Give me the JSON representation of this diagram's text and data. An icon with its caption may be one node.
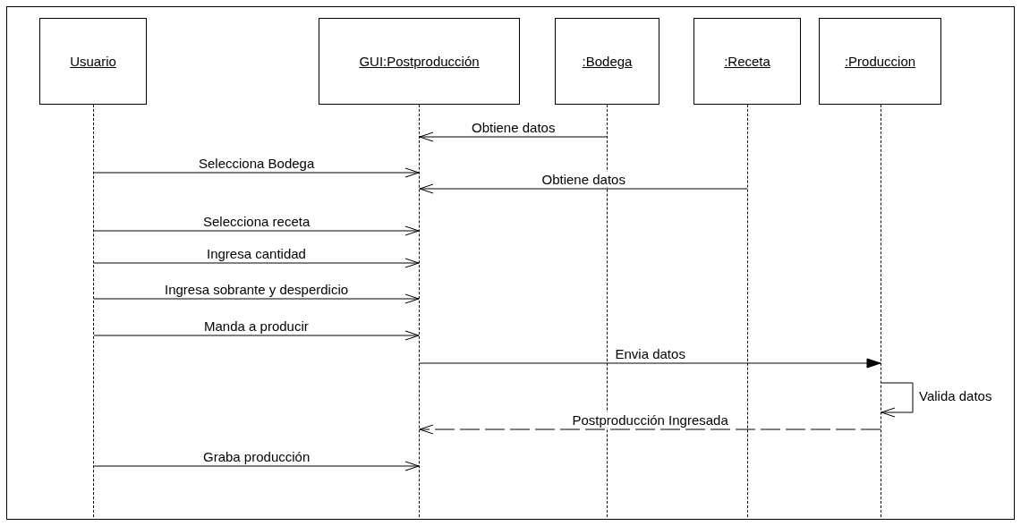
{
  "diagram": {
    "nodes": [
      {
        "text": [
          "Usuario"
        ]
      },
      {
        "text": [
          "GUI:Postproducción"
        ]
      },
      {
        "text": [
          ":Bodega"
        ]
      },
      {
        "text": [
          ":Receta"
        ]
      },
      {
        "text": [
          ":Produccion"
        ]
      },
      {
        "text": [],
        "shape": "bar"
      },
      {
        "text": [],
        "shape": "bar"
      },
      {
        "text": [],
        "shape": "bar"
      },
      {
        "text": [],
        "shape": "bar"
      },
      {
        "text": [],
        "shape": "bar"
      }
    ],
    "edges": [
      {
        "from": 7,
        "to": 6,
        "arrow": "to",
        "label": "Obtiene datos"
      },
      {
        "from": 5,
        "to": 6,
        "arrow": "to",
        "label": "Selecciona Bodega"
      },
      {
        "from": 8,
        "to": 6,
        "arrow": "to",
        "label": "Obtiene datos"
      },
      {
        "from": 5,
        "to": 6,
        "arrow": "to",
        "label": "Selecciona receta"
      },
      {
        "from": 5,
        "to": 6,
        "arrow": "to",
        "label": "Ingresa cantidad"
      },
      {
        "from": 5,
        "to": 6,
        "arrow": "to",
        "label": "Ingresa sobrante y desperdicio"
      },
      {
        "from": 5,
        "to": 6,
        "arrow": "to",
        "label": "Manda a producir"
      },
      {
        "from": 6,
        "to": 9,
        "arrow": "to",
        "label": "Envia datos"
      },
      {
        "from": 9,
        "to": 9,
        "arrow": "to",
        "label": "Valida datos"
      },
      {
        "from": 9,
        "to": 6,
        "arrow": "to",
        "label": "Postproducción Ingresada",
        "style": "dashed"
      },
      {
        "from": 5,
        "to": 6,
        "arrow": "to",
        "label": "Graba producción"
      }
    ]
  }
}
